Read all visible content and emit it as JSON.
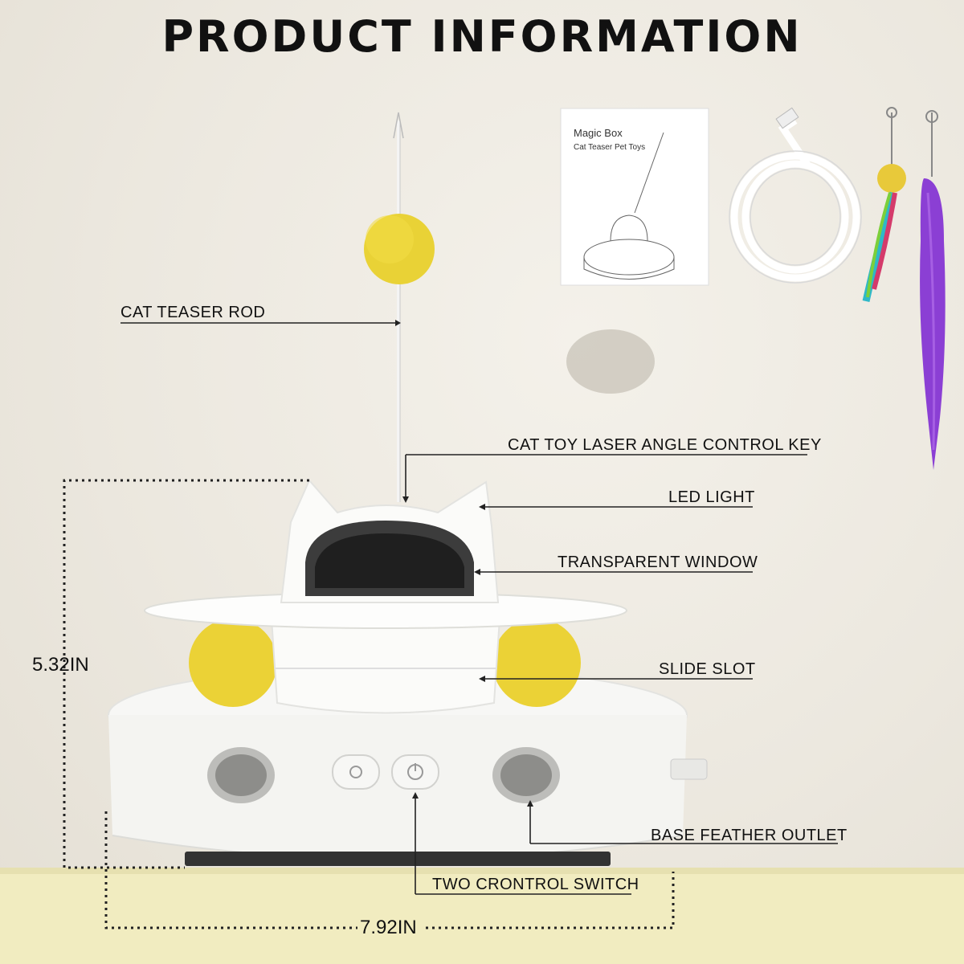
{
  "title": "PRODUCT INFORMATION",
  "labels": {
    "teaser_rod": "CAT TEASER ROD",
    "laser_key": "CAT TOY LASER ANGLE CONTROL KEY",
    "led_light": "LED LIGHT",
    "window": "TRANSPARENT WINDOW",
    "slide_slot": "SLIDE SLOT",
    "feather_outlet": "BASE FEATHER OUTLET",
    "control_switch": "TWO CRONTROL SWITCH"
  },
  "dimensions": {
    "height": "5.32IN",
    "width": "7.92IN"
  },
  "booklet": {
    "title": "Magic Box",
    "subtitle": "Cat Teaser Pet Toys"
  },
  "colors": {
    "accent_yellow": "#f2dc3a",
    "product_white": "#f8f8f6",
    "purple_toy": "#8b3fd4"
  }
}
